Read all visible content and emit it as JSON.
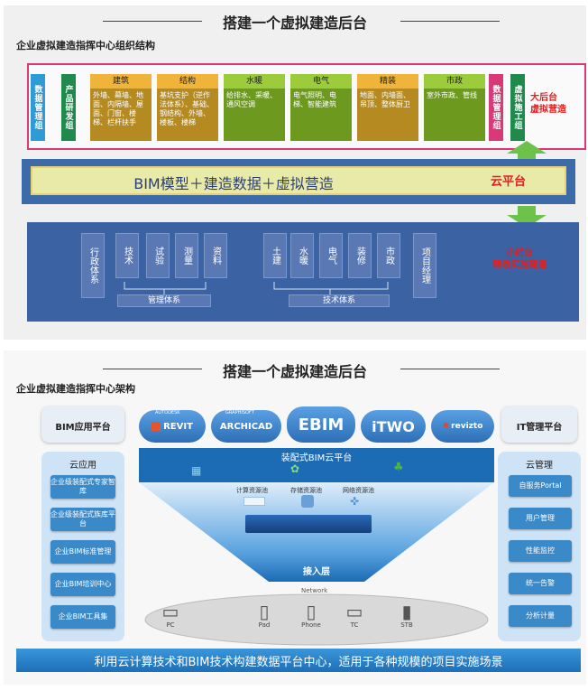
{
  "slide1": {
    "title": "搭建一个虚拟建造后台",
    "subtitle": "企业虚拟建造指挥中心组织结构",
    "left_groups": [
      {
        "label": "数据管理组",
        "color": "#2f9bd6"
      },
      {
        "label": "产品研发组",
        "color": "#1f8a4c"
      }
    ],
    "disciplines": [
      {
        "name": "建筑",
        "hdr_color": "#f0b43a",
        "body_color": "#b58a20",
        "text": "外墙、幕墙、地面、内隔墙、屋面、门窗、楼梯、栏杆扶手"
      },
      {
        "name": "结构",
        "hdr_color": "#f0b43a",
        "body_color": "#b58a20",
        "text": "基坑支护（逆作法体系）、基础、钢结构、外墙、楼板、楼梯"
      },
      {
        "name": "水暖",
        "hdr_color": "#9ccc3c",
        "body_color": "#6d9a1e",
        "text": "给排水、采暖、通风空调"
      },
      {
        "name": "电气",
        "hdr_color": "#9ccc3c",
        "body_color": "#6d9a1e",
        "text": "电气照明、电梯、智能建筑"
      },
      {
        "name": "精装",
        "hdr_color": "#f0b43a",
        "body_color": "#b58a20",
        "text": "地面、内墙面、吊顶、整体厨卫"
      },
      {
        "name": "市政",
        "hdr_color": "#9ccc3c",
        "body_color": "#6d9a1e",
        "text": "室外市政、管线"
      }
    ],
    "right_groups": [
      {
        "label": "数据管理组",
        "color": "#d73a77"
      },
      {
        "label": "虚拟施工组",
        "color": "#1f8a4c"
      }
    ],
    "label_top": "大后台\n虚拟营造",
    "band_text": "BIM模型＋建造数据＋虚拟营造",
    "label_cloud": "云平台",
    "mgmt_items": [
      "行政体系",
      "技术",
      "试验",
      "测量",
      "资料"
    ],
    "tech_items": [
      "土建",
      "水暖",
      "电气",
      "装修",
      "市政"
    ],
    "pm_item": "项目经理",
    "mgmt_group": "管理体系",
    "tech_group": "技术体系",
    "label_bottom": "小前台\n现场实施建造"
  },
  "slide2": {
    "title": "搭建一个虚拟建造后台",
    "subtitle": "企业虚拟建造指挥中心架构",
    "left_panel_title": "BIM应用平台",
    "left_sub": "云应用",
    "left_items": [
      "企业级装配式专家智库",
      "企业级装配式族库平台",
      "企业BIM标准管理",
      "企业BIM培训中心",
      "企业BIM工具集"
    ],
    "right_panel_title": "IT管理平台",
    "right_sub": "云管理",
    "right_items": [
      "自服务Portal",
      "用户管理",
      "性能监控",
      "统一告警",
      "分析计量"
    ],
    "clouds": [
      "REVIT",
      "ARCHICAD",
      "EBIM",
      "iTWO",
      "revizto"
    ],
    "cloud_brands": [
      "AUTODESK",
      "GRAPHISOFT"
    ],
    "platform_label": "装配式BIM云平台",
    "pools": [
      "计算资源池",
      "存储资源池",
      "网络资源池"
    ],
    "access_layer": "接入层",
    "network": "Network",
    "devices": [
      "PC",
      "Pad",
      "Phone",
      "TC",
      "STB"
    ],
    "banner": "利用云计算技术和BIM技术构建数据平台中心，适用于各种规模的项目实施场景"
  }
}
